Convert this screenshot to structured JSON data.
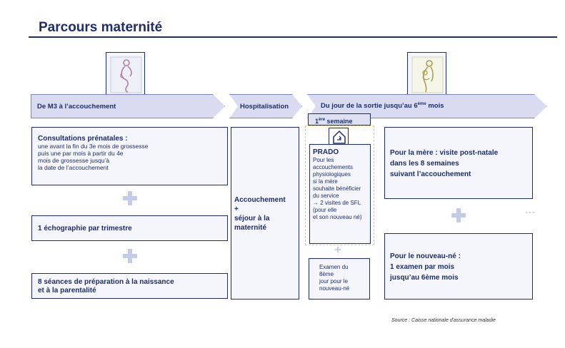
{
  "title": "Parcours maternité",
  "pictos": [
    {
      "icon": "pregnant-woman-icon"
    },
    {
      "icon": "mother-and-child-icon"
    }
  ],
  "arrows": {
    "pregnancy": "De M3 à l’accouchement",
    "hospital": "Hospitalisation",
    "after_birth_prefix": "Du jour de la sortie jusqu’au 6",
    "after_birth_sup": "ème",
    "after_birth_suffix": " mois"
  },
  "first_week": {
    "num": "1",
    "sup": "ère",
    "rest": " semaine"
  },
  "boxes": {
    "consultations_title": "Consultations prénatales :",
    "consultations_body": "une avant la fin du 3e mois de grossesse\npuis une par mois à partir du 4e\nmois de grossesse jusqu’à\nla date de l’accouchement",
    "echography": "1 échographie par trimestre",
    "preparation": "8 séances de préparation à la naissance\net à la parentalité",
    "hospital_stay": "Accouchement\n+\n séjour à la\n maternité",
    "prado_title": "PRADO",
    "prado_body": "Pour les\naccouchements\nphysiologiques\nsi la mère\nsouhaite bénéficier\ndu service\n→  2 visites de SFL\n(pour elle\net son nouveau né)",
    "exam_8days": "Examen du\n8ème\njour pour le\nnouveau-né",
    "mother": "Pour la mère : visite post-natale\ndans les 8 semaines\nsuivant l’accouchement",
    "newborn_title": "Pour le nouveau-né :",
    "newborn_body": "1 examen  par mois\n jusqu’au 6ème mois",
    "ellipsis": "..."
  },
  "source": "Source : Caisse nationale d’assurance maladie"
}
